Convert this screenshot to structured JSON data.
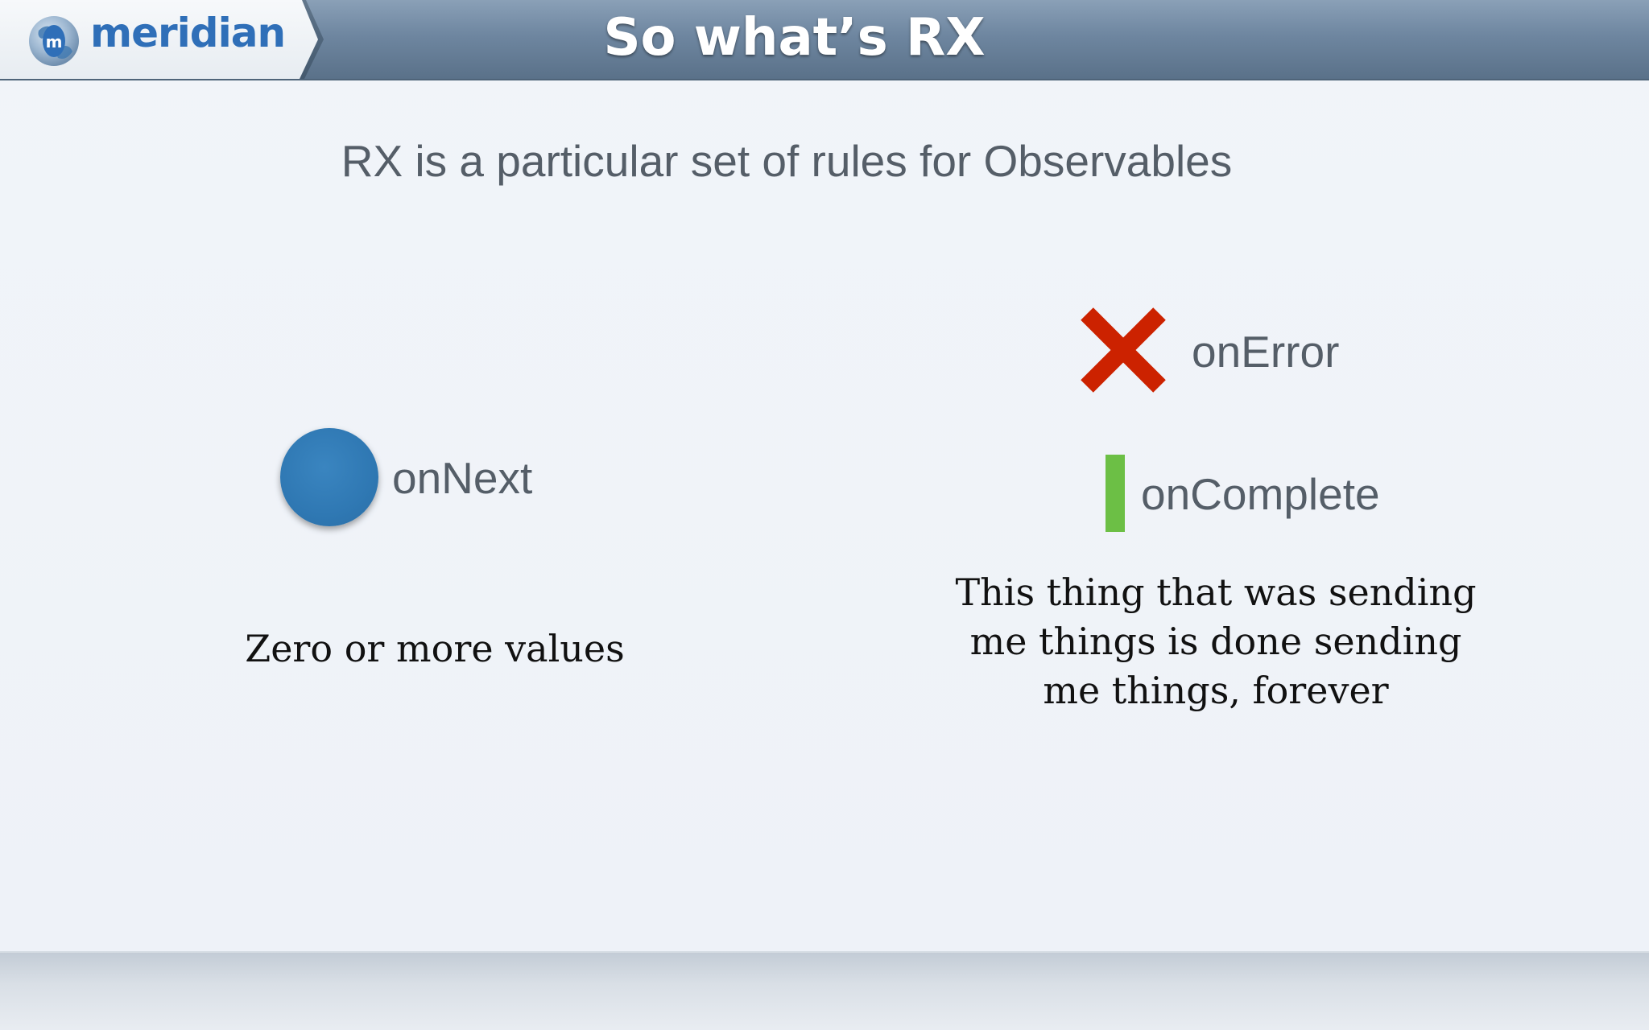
{
  "header": {
    "logo_text": "meridian",
    "logo_icon": "globe-m-icon",
    "title": "So what’s RX"
  },
  "subtitle": "RX is a particular set of rules for Observables",
  "events": {
    "on_next": {
      "label": "onNext",
      "icon": "blue-circle-icon",
      "color": "#2f78b3"
    },
    "on_error": {
      "label": "onError",
      "icon": "red-x-icon",
      "color": "#cc2200"
    },
    "on_complete": {
      "label": "onComplete",
      "icon": "green-bar-icon",
      "color": "#6cbf45"
    }
  },
  "descriptions": {
    "left": "Zero or more values",
    "right_lines": [
      "This thing that was sending",
      "me things is done sending",
      "me things, forever"
    ]
  }
}
